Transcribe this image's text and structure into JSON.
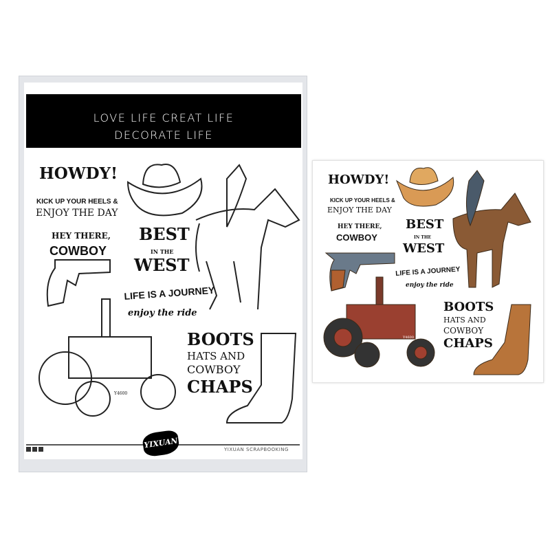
{
  "left_package": {
    "banner": {
      "line1": "LOVE LIFE   CREAT LIFE",
      "line2": "DECORATE LIFE"
    },
    "stamps": {
      "howdy": "HOWDY!",
      "kick_up": "KICK UP YOUR HEELS &",
      "enjoy_day": "ENJOY THE DAY",
      "hey_there": "HEY THERE,",
      "cowboy": "COWBOY",
      "best": "BEST",
      "in_the": "IN THE",
      "west": "WEST",
      "life_journey": "LIFE IS A JOURNEY",
      "enjoy_ride": "enjoy the ride",
      "boots": "BOOTS",
      "hats_and": "HATS AND",
      "cowboy2": "COWBOY",
      "chaps": "CHAPS",
      "tractor_plate": "Y4600"
    },
    "logo_text": "YIXUAN",
    "brand": "YIXUAN SCRAPBOOKING"
  },
  "right_sheet": {
    "howdy": "HOWDY!",
    "kick_up": "KICK UP YOUR HEELS &",
    "enjoy_day": "ENJOY THE DAY",
    "hey_there": "HEY THERE,",
    "cowboy": "COWBOY",
    "best": "BEST",
    "in_the": "IN THE",
    "west": "WEST",
    "life_journey": "LIFE IS A JOURNEY",
    "enjoy_ride": "enjoy the ride",
    "boots": "BOOTS",
    "hats_and": "HATS AND",
    "cowboy2": "COWBOY",
    "chaps": "CHAPS",
    "tractor_plate": "Y4600"
  },
  "colors": {
    "banner": "#000000",
    "package": "#e4e6ea",
    "leather": "#b8743a",
    "tractor": "#8a3a2a"
  }
}
